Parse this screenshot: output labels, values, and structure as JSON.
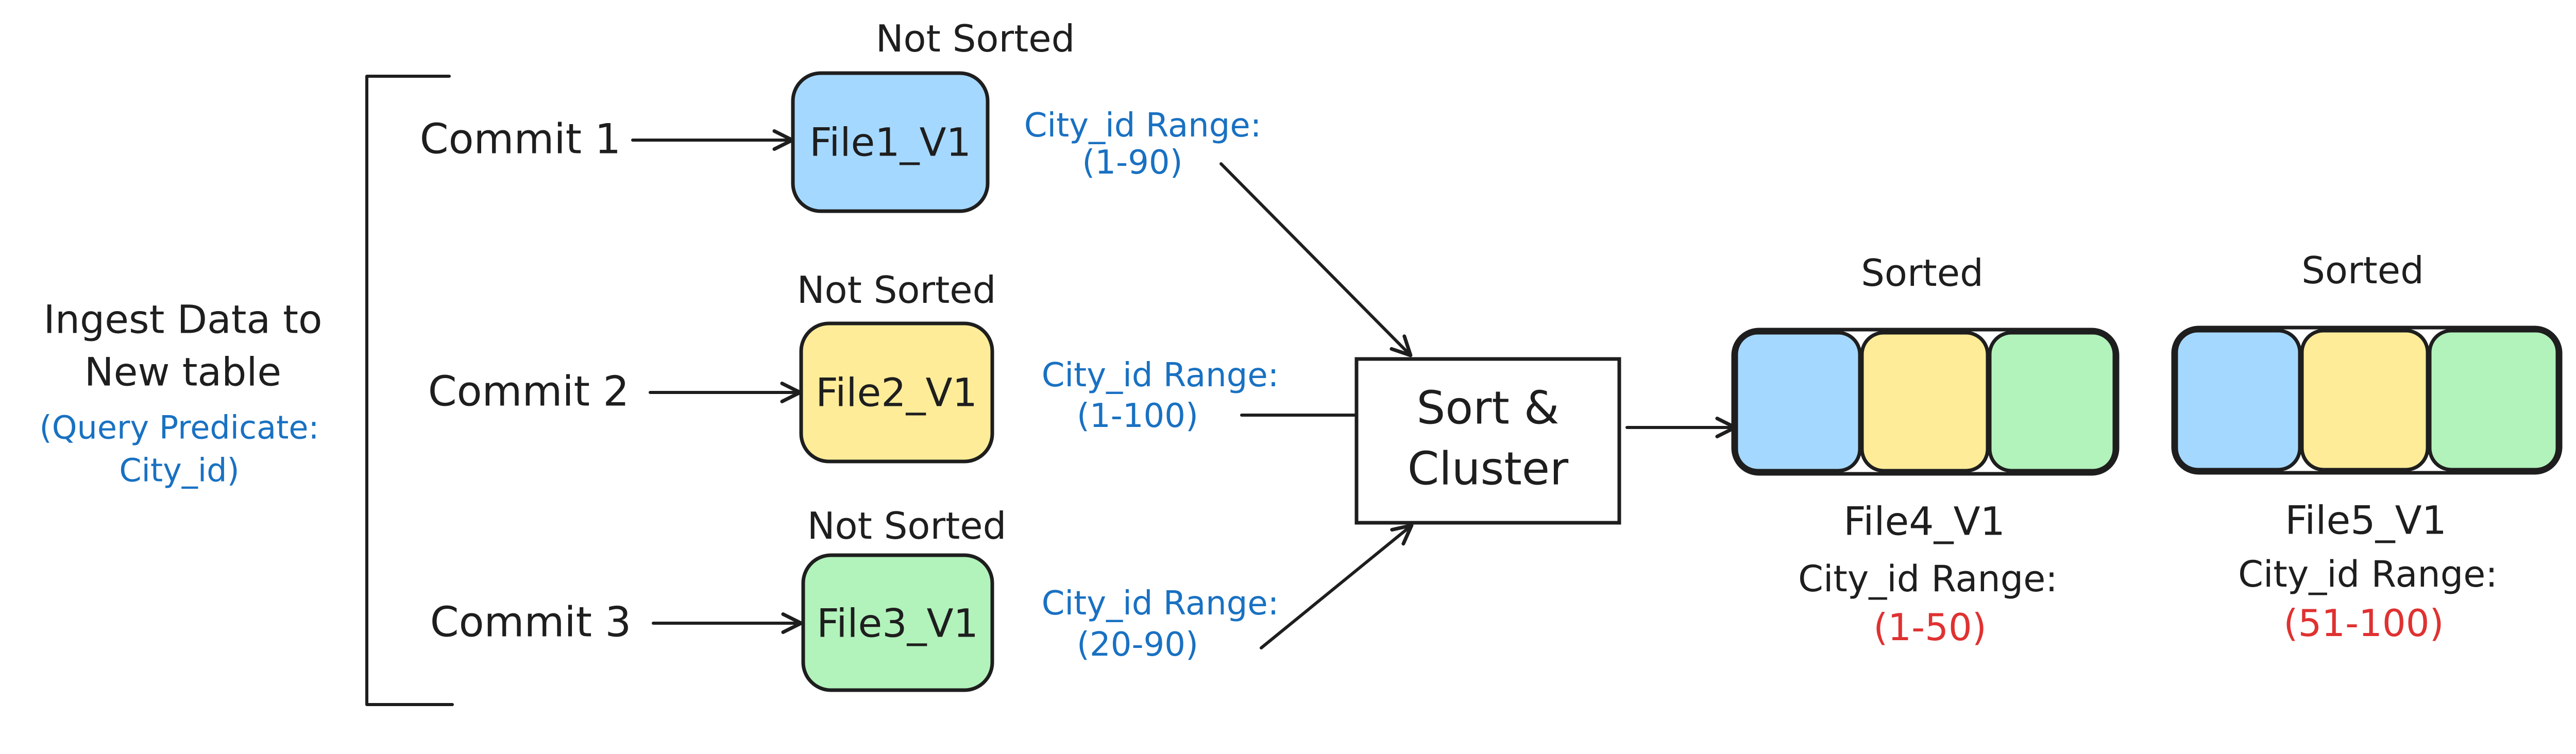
{
  "ingest": {
    "title_line1": "Ingest Data to",
    "title_line2": "New table",
    "predicate_line1": "(Query Predicate:",
    "predicate_line2": "City_id)"
  },
  "commits": [
    {
      "label": "Commit 1",
      "status": "Not Sorted",
      "file": "File1_V1",
      "range_label": "City_id Range:",
      "range_value": "(1-90)",
      "color": "#a5d8ff"
    },
    {
      "label": "Commit 2",
      "status": "Not Sorted",
      "file": "File2_V1",
      "range_label": "City_id Range:",
      "range_value": "(1-100)",
      "color": "#ffec99"
    },
    {
      "label": "Commit 3",
      "status": "Not Sorted",
      "file": "File3_V1",
      "range_label": "City_id Range:",
      "range_value": "(20-90)",
      "color": "#b2f2bb"
    }
  ],
  "process": {
    "line1": "Sort &",
    "line2": "Cluster"
  },
  "outputs": [
    {
      "status": "Sorted",
      "file": "File4_V1",
      "range_label": "City_id Range:",
      "range_value": "(1-50)"
    },
    {
      "status": "Sorted",
      "file": "File5_V1",
      "range_label": "City_id Range:",
      "range_value": "(51-100)"
    }
  ],
  "colors": {
    "stroke": "#1e1e1e",
    "annotation_blue": "#1971c2",
    "highlight_red": "#e03131",
    "blue_fill": "#a5d8ff",
    "yellow_fill": "#ffec99",
    "green_fill": "#b2f2bb"
  }
}
